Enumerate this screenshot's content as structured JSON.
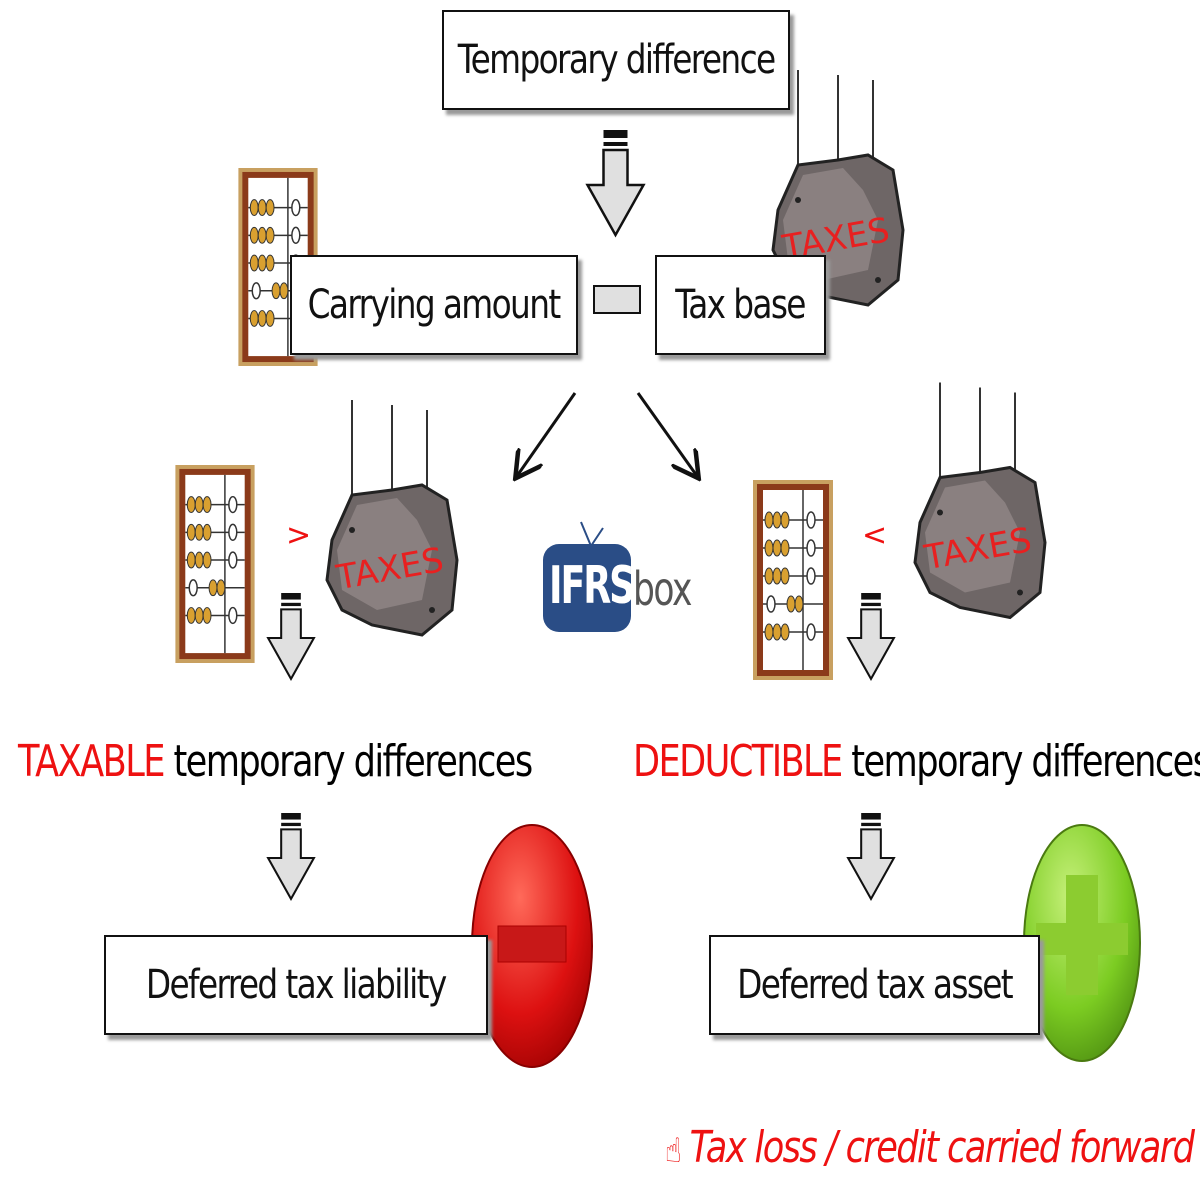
{
  "top_box": {
    "label": "Temporary difference"
  },
  "formula": {
    "left": "Carrying amount",
    "operator": "minus",
    "right": "Tax base"
  },
  "left_branch": {
    "comparison": ">",
    "heading_highlight": "TAXABLE",
    "heading_rest": " temporary differences",
    "result": "Deferred tax liability",
    "result_badge": "minus"
  },
  "right_branch": {
    "comparison": "<",
    "heading_highlight": "DEDUCTIBLE",
    "heading_rest": " temporary differences",
    "result": "Deferred tax asset",
    "result_badge": "plus"
  },
  "logo": {
    "main": "IFRS",
    "suffix": "box"
  },
  "rock_label": "TAXES",
  "footer": {
    "icon": "pointing-hand-icon",
    "text": "Tax loss / credit carried forward"
  },
  "colors": {
    "highlight": "#ee1111",
    "minus_badge": "#dd1111",
    "plus_badge": "#77cc22",
    "logo": "#2a4d86"
  }
}
